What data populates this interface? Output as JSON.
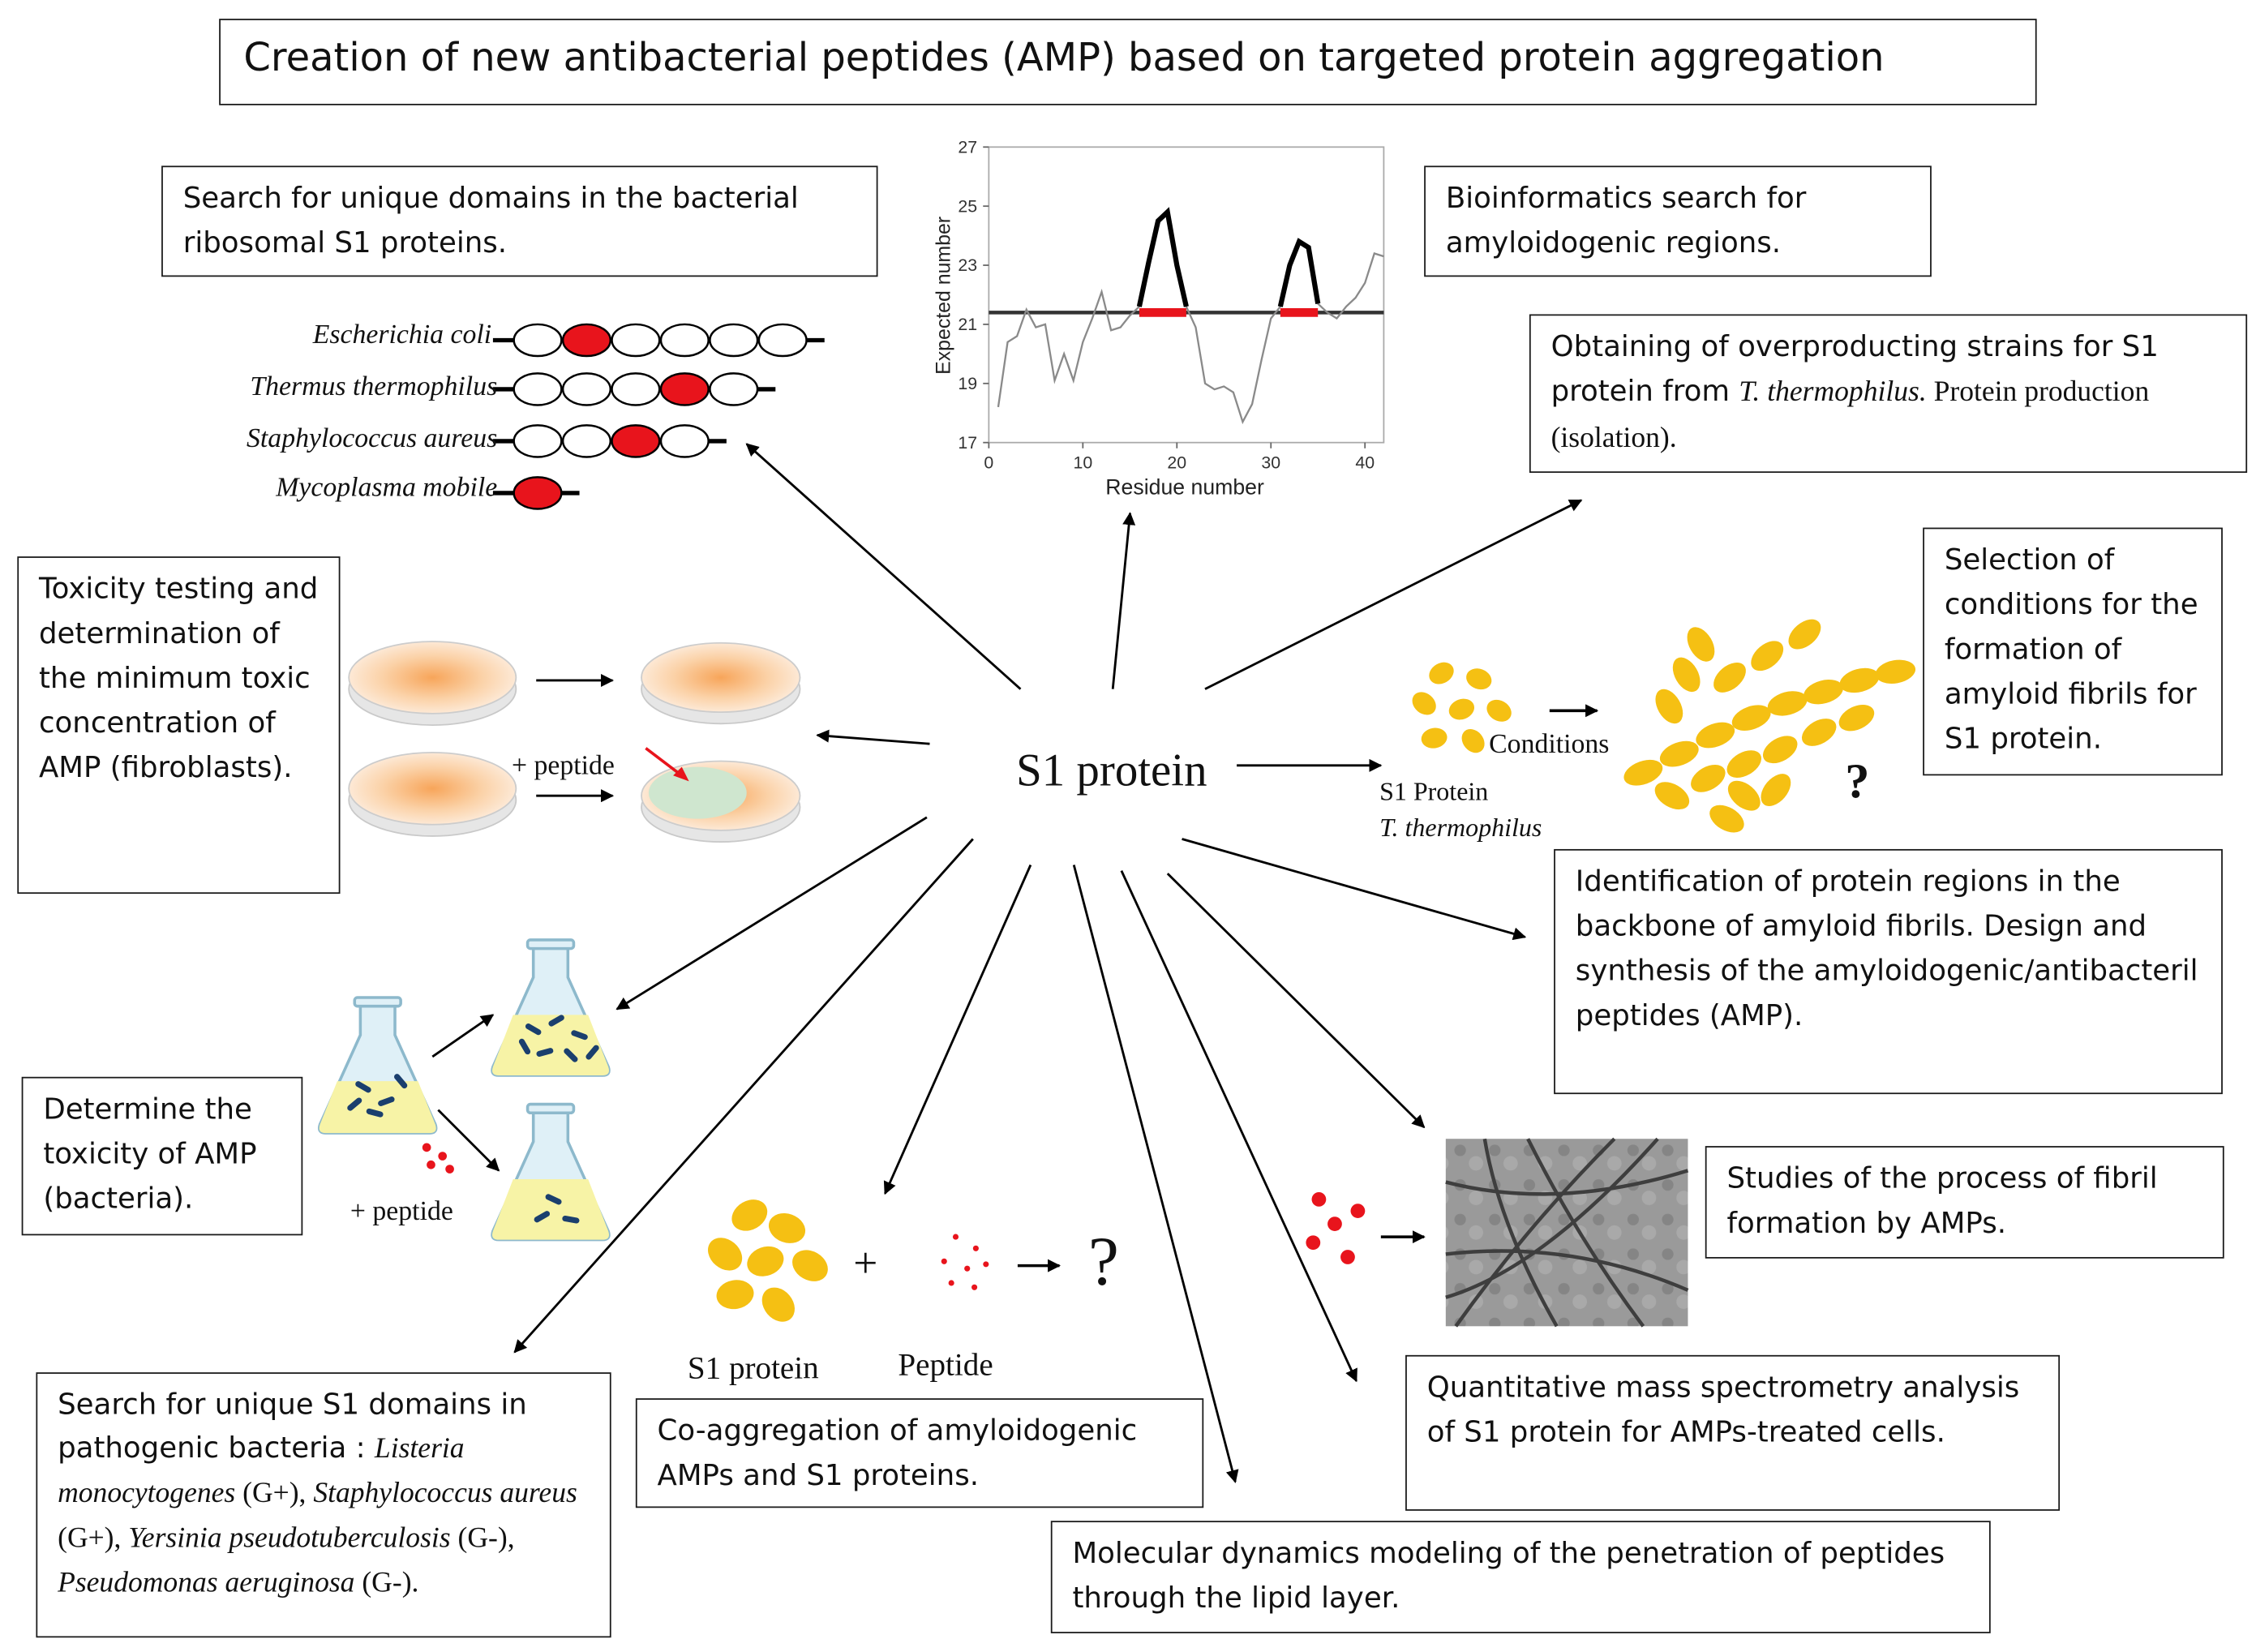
{
  "title": "Creation of new antibacterial peptides (AMP) based on targeted protein aggregation",
  "center_label": "S1 protein",
  "boxes": {
    "search_domains": "Search for unique domains in the bacterial ribosomal S1 proteins.",
    "bioinformatics": "Bioinformatics search for amyloidogenic regions.",
    "overproducing_a": "Obtaining of overproducting  strains  for S1 protein from ",
    "overproducing_species": "T. thermophilus.",
    "overproducing_b": " Protein production  (isolation).",
    "conditions": "Selection of conditions for the formation of amyloid fibrils for S1 protein.",
    "toxicity_fibroblasts": "Toxicity testing and determination of the minimum toxic concentration of AMP (fibroblasts).",
    "identification": "Identification of protein regions in the backbone of amyloid fibrils. Design and synthesis of the amyloidogenic/antibacteril peptides (AMP).",
    "toxicity_bacteria": "Determine the toxicity of AMP (bacteria).",
    "fibril_studies": "Studies of the process of fibril formation by AMPs.",
    "pathogenic_intro": "Search for unique S1 domains in pathogenic bacteria : ",
    "pathogenic_sp1": "Listeria monocytogenes",
    "pathogenic_g1": " (G+),  ",
    "pathogenic_sp2": "Staphylococcus aureus",
    "pathogenic_g2": " (G+),  ",
    "pathogenic_sp3": "Yersinia pseudotuberculosis",
    "pathogenic_g3": " (G-),  ",
    "pathogenic_sp4": "Pseudomonas aeruginosa",
    "pathogenic_g4": " (G-).",
    "coaggregation": "Co-aggregation of amyloidogenic AMPs and S1 proteins.",
    "mass_spec": "Quantitative mass spectrometry analysis of S1 protein for AMPs-treated cells.",
    "molecular_dynamics": "Molecular dynamics modeling of the penetration of peptides through the lipid layer."
  },
  "species": [
    "Escherichia coli",
    "Thermus thermophilus",
    "Staphylococcus aureus",
    "Mycoplasma mobile"
  ],
  "domain_rows": [
    {
      "count": 6,
      "red_index": 1
    },
    {
      "count": 5,
      "red_index": 3
    },
    {
      "count": 4,
      "red_index": 2
    },
    {
      "count": 1,
      "red_index": 0
    }
  ],
  "labels": {
    "plus_peptide_plate": "+ peptide",
    "plus_peptide_flask": "+ peptide",
    "conditions": "Conditions",
    "s1_protein_tt": "S1 Protein",
    "tt_species": "T. thermophilus",
    "question_fibrils": "?",
    "question_coagg": "?",
    "plus_sign": "+",
    "s1_protein_bottom": "S1 protein",
    "peptide_bottom": "Peptide"
  },
  "colors": {
    "red": "#e8141c",
    "yellow": "#f5c013",
    "flask_fluid": "#f7f3a6",
    "bacteria": "#1b3f6e"
  },
  "chart_data": {
    "type": "line",
    "xlabel": "Residue number",
    "ylabel": "Expected number",
    "xlim": [
      0,
      42
    ],
    "ylim": [
      17,
      27
    ],
    "xticks": [
      0,
      10,
      20,
      30,
      40
    ],
    "yticks": [
      17,
      19,
      21,
      23,
      25,
      27
    ],
    "threshold": 21.4,
    "series": [
      {
        "x": [
          1,
          2,
          3,
          4,
          5,
          6,
          7,
          8,
          9,
          10,
          11,
          12,
          13,
          14,
          15,
          16,
          17,
          18,
          19,
          20,
          21,
          22,
          23,
          24,
          25,
          26,
          27,
          28,
          29,
          30,
          31,
          32,
          33,
          34,
          35,
          36,
          37,
          38,
          39,
          40,
          41,
          42
        ],
        "values": [
          18.2,
          20.4,
          20.6,
          21.5,
          20.9,
          21.0,
          19.1,
          20.0,
          19.1,
          20.4,
          21.2,
          22.1,
          20.8,
          20.9,
          21.3,
          21.6,
          23.1,
          24.5,
          24.8,
          23.0,
          21.6,
          20.9,
          19.0,
          18.8,
          18.9,
          18.7,
          17.7,
          18.3,
          19.8,
          21.2,
          21.6,
          23.0,
          23.8,
          23.6,
          21.7,
          21.4,
          21.2,
          21.6,
          21.9,
          22.4,
          23.4,
          23.3
        ]
      }
    ],
    "highlight_ranges": [
      [
        16,
        21
      ],
      [
        31,
        35
      ]
    ]
  }
}
